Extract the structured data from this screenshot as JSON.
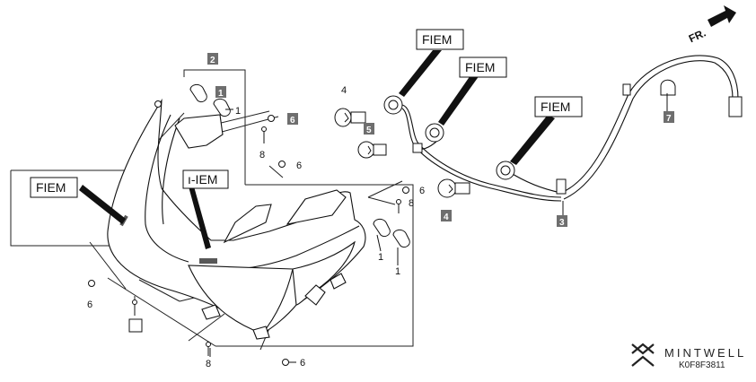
{
  "diagram": {
    "callouts": [
      {
        "id": "1"
      },
      {
        "id": "2"
      },
      {
        "id": "4"
      },
      {
        "id": "5"
      },
      {
        "id": "6"
      },
      {
        "id": "7"
      },
      {
        "id": "8"
      },
      {
        "id": "3"
      }
    ],
    "labels": {
      "fiem": "FIEM",
      "fiem_partial": "ı-IEM",
      "fr": "FR."
    },
    "part_numbers": {
      "p1": "1",
      "p4": "4",
      "p6": "6",
      "p8": "8",
      "p3": "3",
      "b1": "1",
      "b2": "2",
      "b3": "3",
      "b4": "4",
      "b5": "5",
      "b6": "6",
      "b7": "7"
    },
    "brand": "MINTWELL",
    "diagram_code": "K0F8F3811"
  },
  "colors": {
    "ink": "#111111",
    "box_fill": "#6e6e6e",
    "box_text": "#ffffff"
  }
}
